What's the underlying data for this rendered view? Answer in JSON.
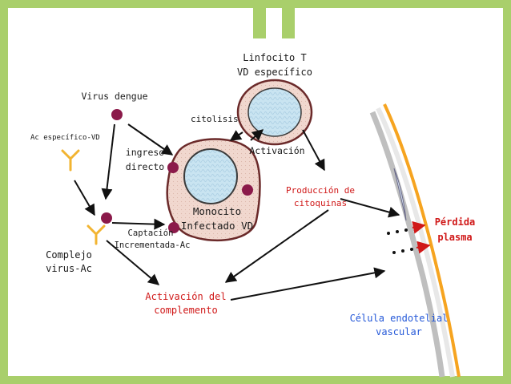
{
  "labels": {
    "lymphocyte_line1": "Linfocito T",
    "lymphocyte_line2": "VD específico",
    "virus": "Virus dengue",
    "antibody": "Ac específico-VD",
    "cytolysis": "citolisis",
    "entry_line1": "ingreso",
    "entry_line2": "directo",
    "activation": "Activación",
    "cytokines_line1": "Producción de",
    "cytokines_line2": "citoquinas",
    "monocyte_line1": "Monocito",
    "monocyte_line2": "Infectado VD",
    "capture_line1": "Captación",
    "capture_line2": "Incrementada-Ac",
    "complex_line1": "Complejo",
    "complex_line2": "virus-Ac",
    "complement_line1": "Activación del",
    "complement_line2": "complemento",
    "plasma_loss_line1": "Pérdida",
    "plasma_loss_line2": "plasma",
    "endothelial_line1": "Célula endotelial",
    "endothelial_line2": "vascular"
  },
  "colors": {
    "frame": "#a9cf6b",
    "virus": "#8b1a4a",
    "antibody": "#f2b431",
    "cell_membrane": "#6b2a2a",
    "cell_body": "#f1d8cf",
    "nucleus": "#c9e4f1",
    "red_text": "#d01818",
    "blue_text": "#2458d8",
    "vessel_orange": "#f6a420",
    "vessel_grey": "#bfbfbf"
  }
}
